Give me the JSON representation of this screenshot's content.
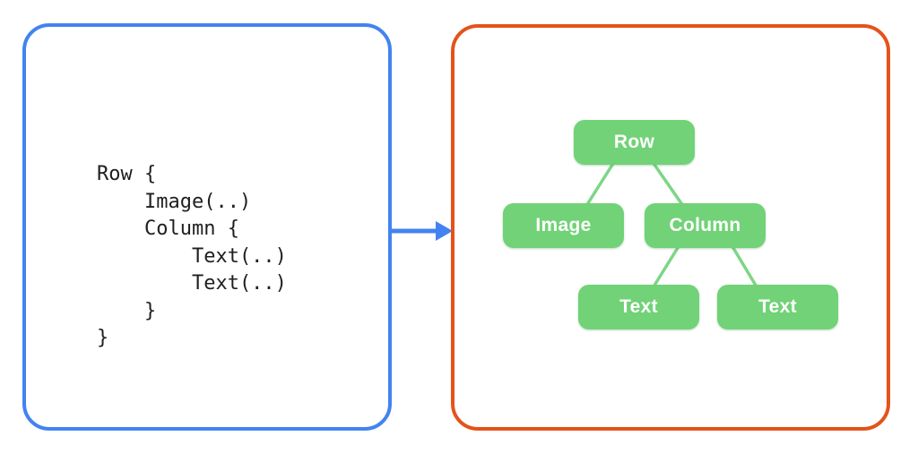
{
  "colors": {
    "left-border": "#4383F0",
    "arrow-blue": "#4383F0",
    "right-border": "#E4531B",
    "node-green": "#71D277",
    "connector-green": "#7DD685",
    "node-text": "#FFFFFF",
    "code-text": "#1F1F1F"
  },
  "code_panel": {
    "lines": [
      "Row {",
      "    Image(..)",
      "    Column {",
      "        Text(..)",
      "        Text(..)",
      "    }",
      "}"
    ]
  },
  "tree_panel": {
    "nodes": [
      {
        "id": "row",
        "label": "Row"
      },
      {
        "id": "image",
        "label": "Image"
      },
      {
        "id": "column",
        "label": "Column"
      },
      {
        "id": "text-1",
        "label": "Text"
      },
      {
        "id": "text-2",
        "label": "Text"
      }
    ],
    "edges": [
      {
        "from": "row",
        "to": "image"
      },
      {
        "from": "row",
        "to": "column"
      },
      {
        "from": "column",
        "to": "text-1"
      },
      {
        "from": "column",
        "to": "text-2"
      }
    ]
  }
}
